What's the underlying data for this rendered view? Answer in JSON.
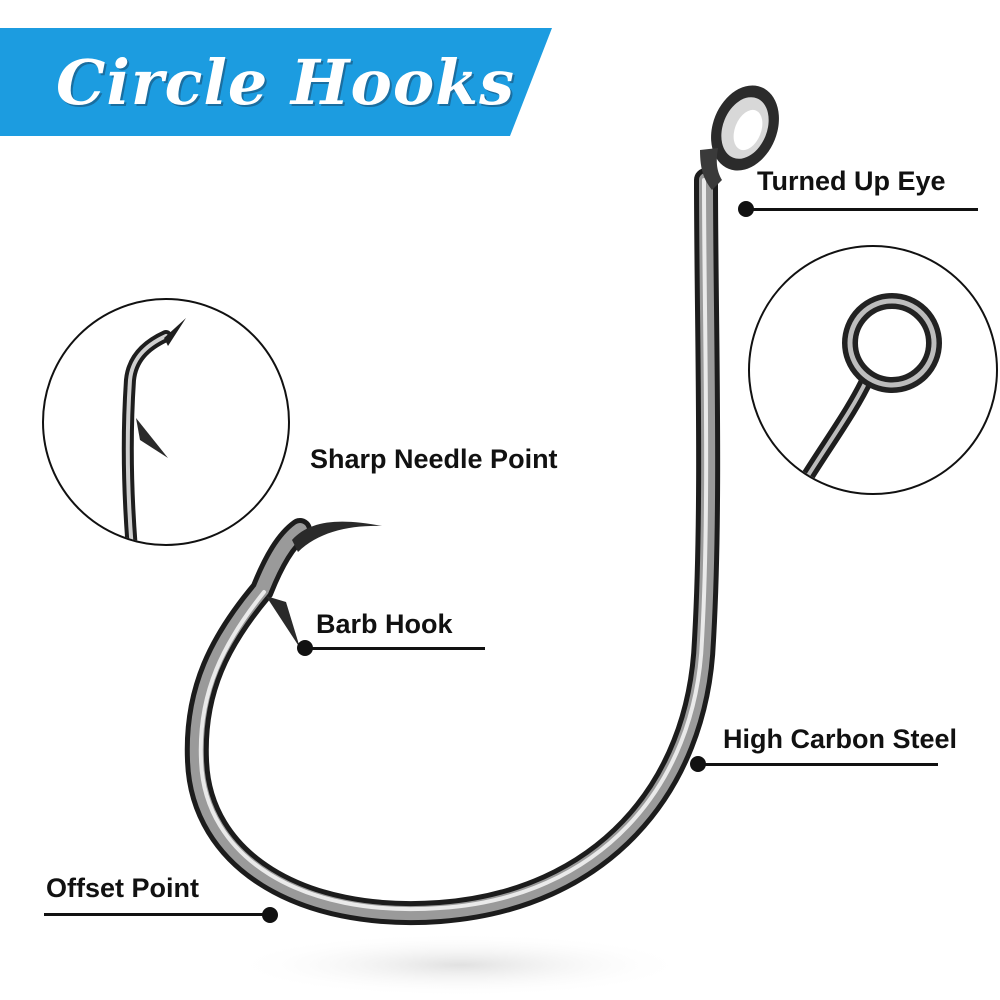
{
  "banner": {
    "title": "Circle Hooks",
    "color": "#1c9ce0"
  },
  "labels": {
    "turned_up_eye": "Turned Up Eye",
    "sharp_needle_point": "Sharp Needle Point",
    "barb_hook": "Barb Hook",
    "high_carbon_steel": "High Carbon Steel",
    "offset_point": "Offset Point"
  },
  "images": {
    "main": "circle-hook",
    "detail_left": "needle-point-closeup",
    "detail_right": "turned-up-eye-closeup"
  },
  "colors": {
    "steel_dark": "#2a2a2a",
    "steel_light": "#cfcfcf",
    "ink": "#111111"
  }
}
